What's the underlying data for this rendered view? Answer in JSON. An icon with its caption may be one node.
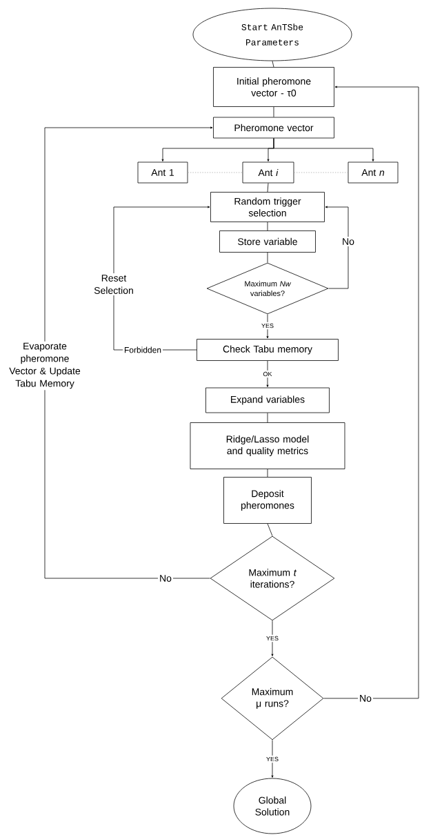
{
  "diagram": {
    "nodes": [
      {
        "text": [
          "Start AnTSbe Parameters"
        ]
      },
      {
        "text": [
          "Initial pheromone vector - τ0"
        ]
      },
      {
        "text": [
          "Pheromone vector"
        ]
      },
      {
        "text": [
          "Ant 1"
        ]
      },
      {
        "text": [
          "Ant *i*"
        ]
      },
      {
        "text": [
          "Ant *n*"
        ]
      },
      {
        "text": [
          "Random trigger selection"
        ]
      },
      {
        "text": [
          "Store variable"
        ]
      },
      {
        "text": [
          "Maximum *Nw* variables?"
        ]
      },
      {
        "text": [
          "Check Tabu memory"
        ]
      },
      {
        "text": [
          "Expand variables"
        ]
      },
      {
        "text": [
          "Ridge/Lasso model and quality metrics"
        ]
      },
      {
        "text": [
          "Deposit pheromones"
        ]
      },
      {
        "text": [
          "Maximum *t* iterations?"
        ]
      },
      {
        "text": [
          "Maximum μ runs?"
        ]
      },
      {
        "text": [
          "Global Solution"
        ]
      }
    ],
    "edges": [
      {
        "from": 0,
        "to": 1,
        "arrow": "none"
      },
      {
        "from": 1,
        "to": 2,
        "arrow": "none"
      },
      {
        "from": 2,
        "to": 3,
        "arrow": "to"
      },
      {
        "from": 2,
        "to": 4,
        "arrow": "to"
      },
      {
        "from": 2,
        "to": 5,
        "arrow": "to"
      },
      {
        "from": 3,
        "to": 4,
        "arrow": "none",
        "style": "dashed",
        "color": "#aaaaaa"
      },
      {
        "from": 4,
        "to": 5,
        "arrow": "none",
        "style": "dashed",
        "color": "#aaaaaa"
      },
      {
        "from": 4,
        "to": 6,
        "arrow": "none"
      },
      {
        "from": 6,
        "to": 7,
        "arrow": "none"
      },
      {
        "from": 7,
        "to": 8,
        "arrow": "none"
      },
      {
        "from": 8,
        "to": 6,
        "arrow": "to",
        "label": "No"
      },
      {
        "from": 8,
        "to": 9,
        "arrow": "to",
        "label": "YES"
      },
      {
        "from": 9,
        "to": 6,
        "arrow": "to",
        "label": "Forbidden"
      },
      {
        "from": 9,
        "to": 10,
        "arrow": "to",
        "label": "OK"
      },
      {
        "from": 10,
        "to": 11,
        "arrow": "none"
      },
      {
        "from": 11,
        "to": 12,
        "arrow": "none"
      },
      {
        "from": 12,
        "to": 13,
        "arrow": "none"
      },
      {
        "from": 13,
        "to": 2,
        "arrow": "to",
        "label": "No"
      },
      {
        "from": 13,
        "to": 14,
        "arrow": "to",
        "label": "YES"
      },
      {
        "from": 14,
        "to": 1,
        "arrow": "to",
        "label": "No"
      },
      {
        "from": 14,
        "to": 15,
        "arrow": "to",
        "label": "YES"
      }
    ],
    "labels": [
      "Reset Selection",
      "Evaporate pheromone Vector & Update Tabu Memory"
    ]
  }
}
